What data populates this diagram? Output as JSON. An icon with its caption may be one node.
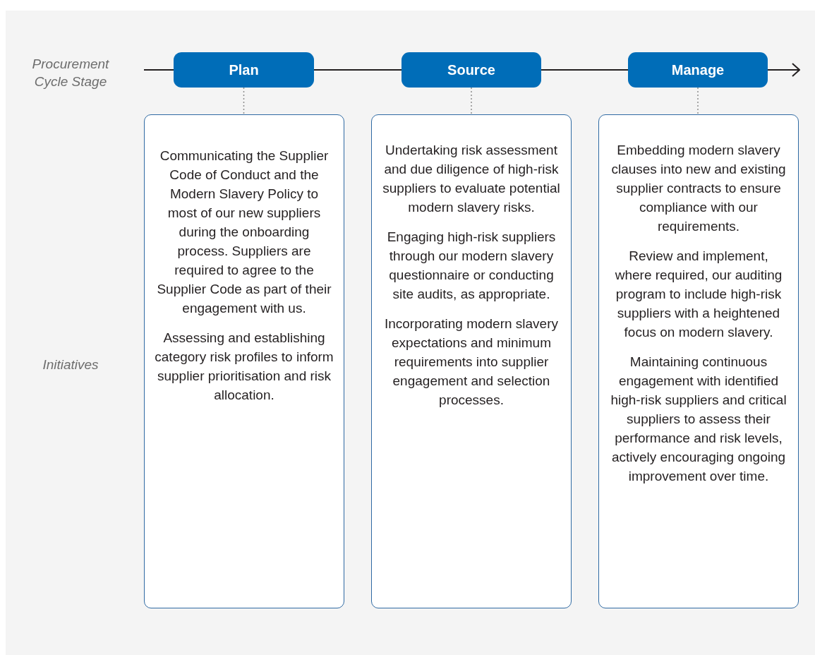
{
  "diagram": {
    "nodes": [
      {
        "text": [
          "Plan"
        ]
      },
      {
        "text": [
          "Source"
        ]
      },
      {
        "text": [
          "Manage"
        ]
      },
      {
        "text": [
          "Communicating the Supplier Code of Conduct and the Modern Slavery Policy to most of our new suppliers during the onboarding process. Suppliers are required to agree to the Supplier Code as part of their engagement with us.",
          "Assessing and establishing category risk profiles to inform supplier prioritisation and risk allocation."
        ]
      },
      {
        "text": [
          "Undertaking risk assessment and due diligence of high-risk suppliers to evaluate potential modern slavery risks.",
          "Engaging high-risk suppliers through our modern slavery questionnaire or conducting site audits, as appropriate.",
          "Incorporating modern slavery expectations and minimum requirements into supplier engagement and selection processes."
        ]
      },
      {
        "text": [
          "Embedding modern slavery clauses into new and existing supplier contracts to ensure compliance with our requirements.",
          "Review and implement, where required, our auditing program to include high-risk suppliers with a heightened focus on modern slavery.",
          "Maintaining continuous engagement with identified high-risk suppliers and critical suppliers to assess their performance and risk levels, actively encouraging ongoing improvement over time."
        ]
      }
    ],
    "edges": [
      {
        "from": null,
        "to": 0,
        "arrow": "none"
      },
      {
        "from": 0,
        "to": 1,
        "arrow": "none"
      },
      {
        "from": 1,
        "to": 2,
        "arrow": "none"
      },
      {
        "from": 2,
        "to": null,
        "arrow": "to"
      },
      {
        "from": 0,
        "to": 3,
        "arrow": "none",
        "style": "dashed",
        "color": "#8c8c8c"
      },
      {
        "from": 1,
        "to": 4,
        "arrow": "none",
        "style": "dashed",
        "color": "#8c8c8c"
      },
      {
        "from": 2,
        "to": 5,
        "arrow": "none",
        "style": "dashed",
        "color": "#8c8c8c"
      }
    ],
    "labels": [
      "Procurement Cycle Stage",
      "Initiatives"
    ]
  }
}
